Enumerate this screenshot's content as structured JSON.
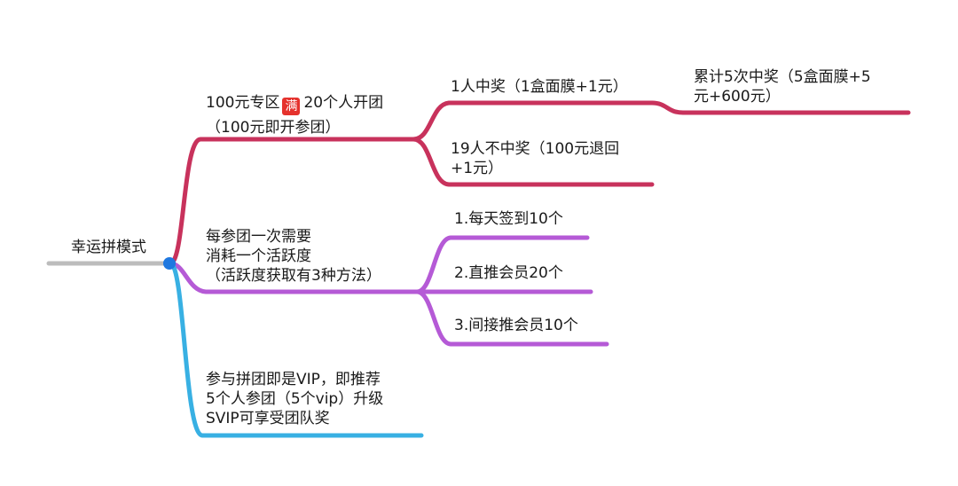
{
  "root": {
    "label": "幸运拼模式"
  },
  "branches": {
    "group": {
      "color": "#c8325c",
      "line1_a": "100元专区",
      "badge": "满",
      "line1_b": "20个人开团",
      "line2": "（100元即开参团）",
      "children": {
        "win": {
          "label": "1人中奖（1盒面膜+1元）"
        },
        "cumulative": {
          "line1": "累计5次中奖（5盒面膜+5",
          "line2": "元+600元）"
        },
        "lose": {
          "line1": "19人不中奖（100元退回",
          "line2": "+1元）"
        }
      }
    },
    "activity": {
      "color": "#b55ad6",
      "line1": "每参团一次需要",
      "line2": "消耗一个活跃度",
      "line3": "（活跃度获取有3种方法）",
      "children": [
        {
          "label": "1.每天签到10个"
        },
        {
          "label": "2.直推会员20个"
        },
        {
          "label": "3.间接推会员10个"
        }
      ]
    },
    "vip": {
      "color": "#38b0e3",
      "line1": "参与拼团即是VIP，即推荐",
      "line2": "5个人参团（5个vip）升级",
      "line3": "SVIP可享受团队奖"
    }
  },
  "colors": {
    "root_line": "#bcbcbc",
    "root_dot": "#1f78e0",
    "text": "#1a1a1a",
    "badge_bg": "#e5322d"
  }
}
